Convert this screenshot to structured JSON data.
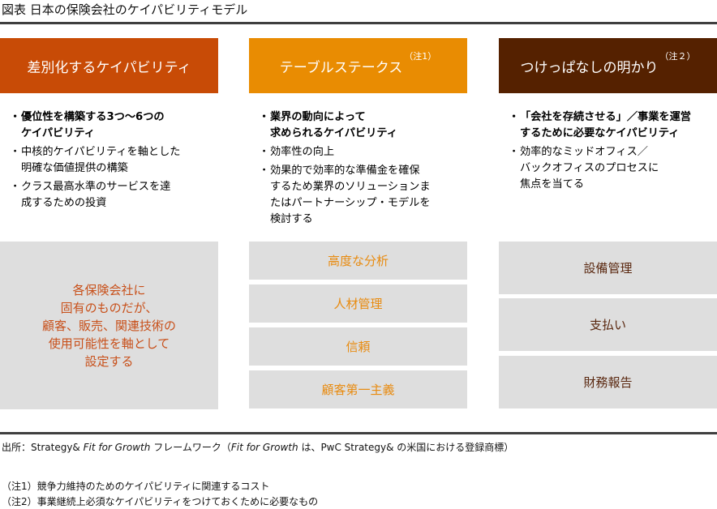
{
  "title": "図表 日本の保険会社のケイパビリティモデル",
  "colors": {
    "col1_header": "#c84b06",
    "col2_header": "#e98c02",
    "col3_header": "#552100",
    "box_gray": "#dedede",
    "col1_text": "#c8501a",
    "col2_text": "#e88b10",
    "col3_text": "#5a2810",
    "rule": "#3f3f3f"
  },
  "columns": [
    {
      "header": "差別化するケイパビリティ",
      "note_marker": "",
      "bullets": [
        {
          "bold": true,
          "lines": [
            "優位性を構築する3つ～6つの",
            "ケイパビリティ"
          ]
        },
        {
          "bold": false,
          "lines": [
            "中核的ケイパビリティを軸とした",
            "明確な価値提供の構築"
          ]
        },
        {
          "bold": false,
          "lines": [
            "クラス最高水準のサービスを達",
            "成するための投資"
          ]
        }
      ],
      "boxes": [
        {
          "lines": [
            "各保険会社に",
            "固有のものだが、",
            "顧客、販売、関連技術の",
            "使用可能性を軸として",
            "設定する"
          ]
        }
      ]
    },
    {
      "header": "テーブルステークス",
      "note_marker": "（注1）",
      "bullets": [
        {
          "bold": true,
          "lines": [
            "業界の動向によって",
            "求められるケイパビリティ"
          ]
        },
        {
          "bold": false,
          "lines": [
            "効率性の向上"
          ]
        },
        {
          "bold": false,
          "lines": [
            "効果的で効率的な準備金を確保",
            "するため業界のソリューションま",
            "たはパートナーシップ・モデルを",
            "検討する"
          ]
        }
      ],
      "boxes": [
        {
          "label": "高度な分析"
        },
        {
          "label": "人材管理"
        },
        {
          "label": "信頼"
        },
        {
          "label": "顧客第一主義"
        }
      ]
    },
    {
      "header": "つけっぱなしの明かり",
      "note_marker": "（注２）",
      "bullets": [
        {
          "bold": true,
          "lines": [
            "「会社を存続させる」／事業を運営",
            "するために必要なケイパビリティ"
          ]
        },
        {
          "bold": false,
          "lines": [
            "効率的なミッドオフィス／",
            "バックオフィスのプロセスに",
            "焦点を当てる"
          ]
        }
      ],
      "boxes": [
        {
          "label": "設備管理"
        },
        {
          "label": "支払い"
        },
        {
          "label": "財務報告"
        }
      ]
    }
  ],
  "bullet_char": "・",
  "source": {
    "prefix": "出所：Strategy& ",
    "italic1": "Fit for Growth",
    "middle": " フレームワーク（",
    "italic2": "Fit for Growth",
    "suffix": " は、PwC Strategy& の米国における登録商標）"
  },
  "notes": [
    "（注1）競争力維持のためのケイパビリティに関連するコスト",
    "（注2）事業継続上必須なケイパビリティをつけておくために必要なもの"
  ]
}
